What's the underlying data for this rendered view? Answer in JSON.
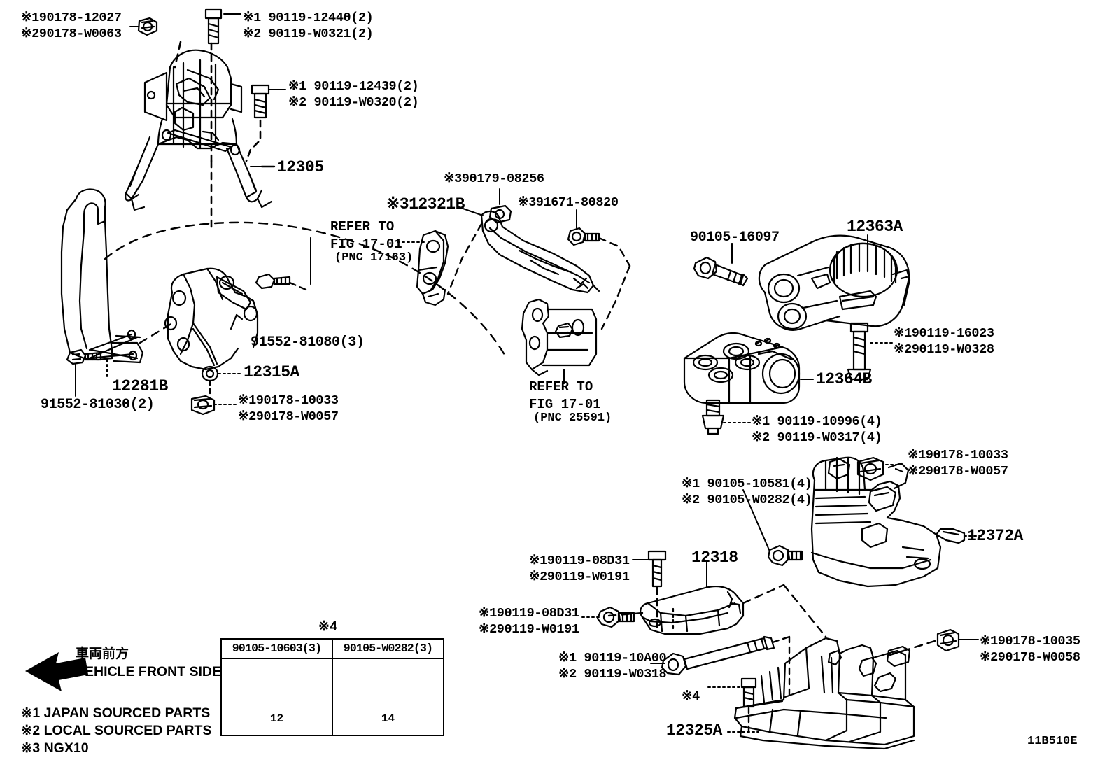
{
  "diagram": {
    "figure_code": "11B510E",
    "vehicle_front": {
      "jp": "車両前方",
      "en": "VEHICLE FRONT SIDE"
    },
    "notes": "※1 JAPAN SOURCED PARTS\n※2 LOCAL SOURCED PARTS\n※3 NGX10",
    "legend_title": "※4",
    "legend_columns": [
      {
        "header": "90105-10603(3)",
        "size": "12"
      },
      {
        "header": "90105-W0282(3)",
        "size": "14"
      }
    ]
  },
  "callouts": {
    "nut_top_left": "※190178-12027\n※290178-W0063",
    "bolt_top_mid": "※1 90119-12440(2)\n※2 90119-W0321(2)",
    "bolt_upper_right": "※1 90119-12439(2)\n※2 90119-W0320(2)",
    "part_12305": "12305",
    "bolt_91552_81080": "91552-81080(3)",
    "part_12315A": "12315A",
    "part_12281B": "12281B",
    "bolt_91552_81030": "91552-81030(2)",
    "nut_12315_lower": "※190178-10033\n※290178-W0057",
    "refer_17163": "REFER TO\nFIG 17-01",
    "refer_17163_pnc": "(PNC 17163)",
    "part_12321B": "※312321B",
    "clip_390179": "※390179-08256",
    "bolt_391671": "※391671-80820",
    "refer_25591": "REFER TO\nFIG 17-01",
    "refer_25591_pnc": "(PNC 25591)",
    "bolt_90105_16097": "90105-16097",
    "part_12363A": "12363A",
    "bolt_190119_16023": "※190119-16023\n※290119-W0328",
    "part_12364B": "12364B",
    "bolt_90119_10996": "※1 90119-10996(4)\n※2 90119-W0317(4)",
    "nut_12372_top": "※190178-10033\n※290178-W0057",
    "bolt_90105_10581": "※1 90105-10581(4)\n※2 90105-W0282(4)",
    "part_12372A": "12372A",
    "bolt_08D31_top": "※190119-08D31\n※290119-W0191",
    "part_12318": "12318",
    "bolt_08D31_left": "※190119-08D31\n※290119-W0191",
    "bolt_90119_10A00": "※1 90119-10A00\n※2 90119-W0318",
    "bolt_star4": "※4",
    "part_12325A": "12325A",
    "nut_190178_10035": "※190178-10035\n※290178-W0058"
  }
}
